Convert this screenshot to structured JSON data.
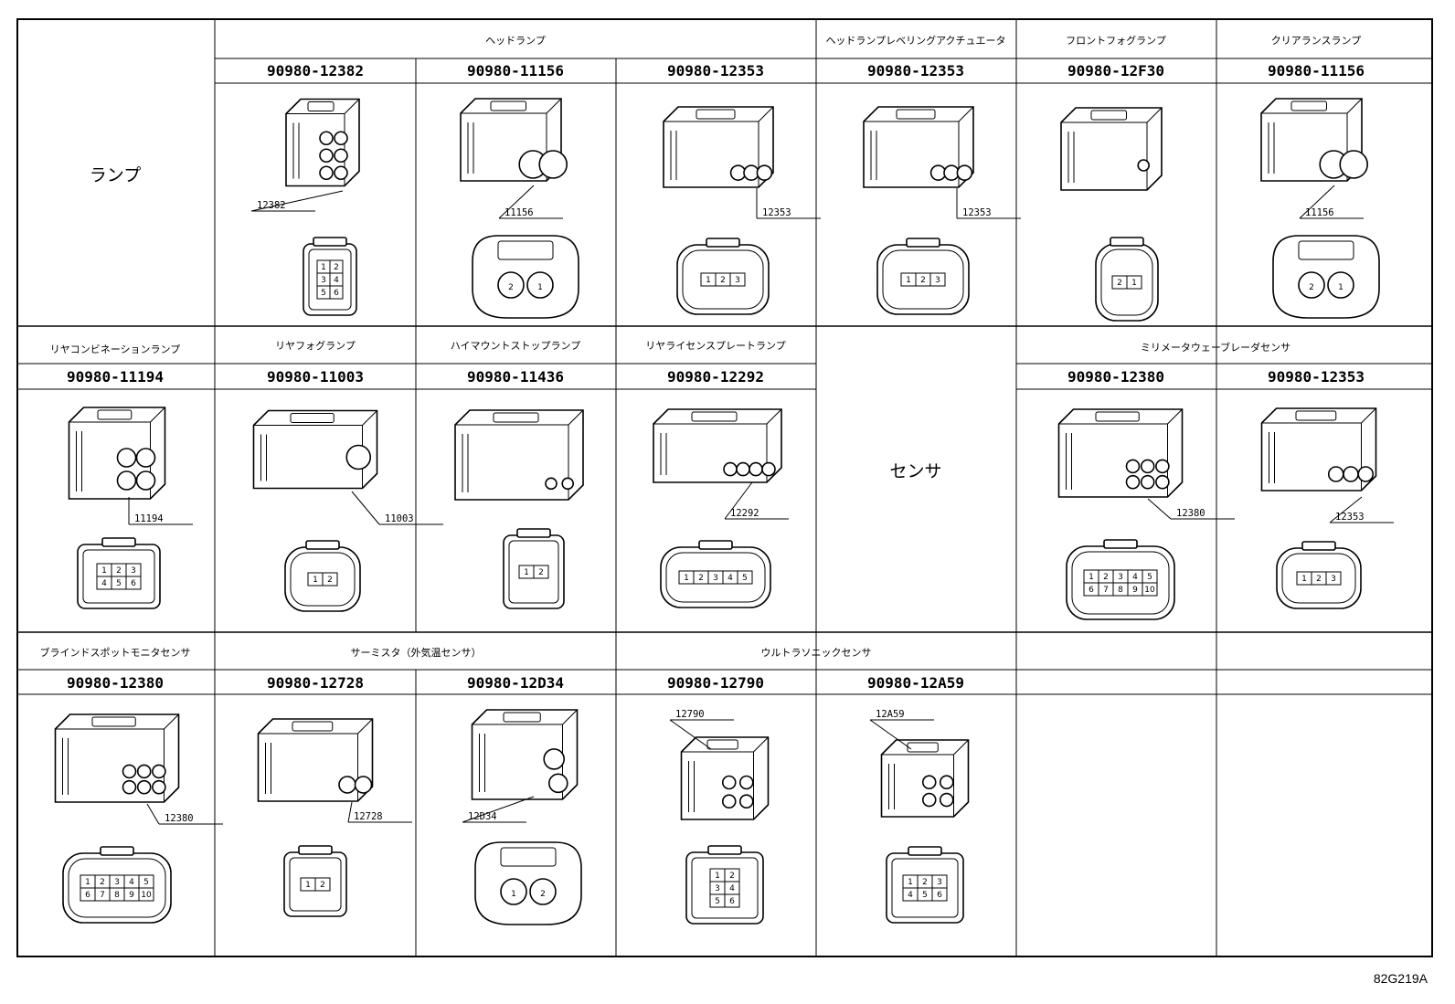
{
  "diagram": {
    "cells": {
      "lamp_label": "ランプ",
      "sensor_label": "センサ",
      "headlamp": "ヘッドランプ",
      "headlamp_leveling": "ヘッドランプレベリングアクチュエータ",
      "front_fog": "フロントフォグランプ",
      "clearance": "クリアランスランプ",
      "rear_combination": "リヤコンビネーションランプ",
      "rear_fog": "リヤフォグランプ",
      "high_mount": "ハイマウントストップランプ",
      "rear_license": "リヤライセンスプレートランプ",
      "mmwave": "ミリメータウェーブレーダセンサ",
      "blind_spot": "ブラインドスポットモニタセンサ",
      "thermistor": "サーミスタ（外気温センサ）",
      "ultrasonic": "ウルトラソニックセンサ"
    },
    "part_numbers": {
      "r1c1": "90980-12382",
      "r1c2": "90980-11156",
      "r1c3": "90980-12353",
      "r1c4": "90980-12353",
      "r1c5": "90980-12F30",
      "r1c6": "90980-11156",
      "r2c0": "90980-11194",
      "r2c1": "90980-11003",
      "r2c2": "90980-11436",
      "r2c3": "90980-12292",
      "r2c5": "90980-12380",
      "r2c6": "90980-12353",
      "r3c0": "90980-12380",
      "r3c1": "90980-12728",
      "r3c2": "90980-12D34",
      "r3c3": "90980-12790",
      "r3c4": "90980-12A59"
    },
    "callouts": {
      "r1c1": "12382",
      "r1c2": "11156",
      "r1c3": "12353",
      "r1c4": "12353",
      "r1c6": "11156",
      "r2c0": "11194",
      "r2c1": "11003",
      "r2c3": "12292",
      "r2c5": "12380",
      "r2c6": "12353",
      "r3c0": "12380",
      "r3c1": "12728",
      "r3c2": "12D34",
      "r3c3": "12790",
      "r3c4": "12A59"
    },
    "pins": {
      "r1c1": [
        "1",
        "2",
        "3",
        "4",
        "5",
        "6"
      ],
      "r1c2": [
        "2",
        "1"
      ],
      "r1c3": [
        "1",
        "2",
        "3"
      ],
      "r1c4": [
        "1",
        "2",
        "3"
      ],
      "r1c5": [
        "2",
        "1"
      ],
      "r1c6": [
        "2",
        "1"
      ],
      "r2c0": [
        "1",
        "2",
        "3",
        "4",
        "5",
        "6"
      ],
      "r2c1": [
        "1",
        "2"
      ],
      "r2c2": [
        "1",
        "2"
      ],
      "r2c3": [
        "1",
        "2",
        "3",
        "4",
        "5"
      ],
      "r2c5": [
        "1",
        "2",
        "3",
        "4",
        "5",
        "6",
        "7",
        "8",
        "9",
        "10"
      ],
      "r2c6": [
        "1",
        "2",
        "3"
      ],
      "r3c0": [
        "1",
        "2",
        "3",
        "4",
        "5",
        "6",
        "7",
        "8",
        "9",
        "10"
      ],
      "r3c1": [
        "1",
        "2"
      ],
      "r3c2": [
        "1",
        "2"
      ],
      "r3c3": [
        "1",
        "2",
        "3",
        "4",
        "5",
        "6"
      ],
      "r3c4": [
        "1",
        "2",
        "3",
        "4",
        "5",
        "6"
      ]
    },
    "figure_ref": "82G219A"
  }
}
